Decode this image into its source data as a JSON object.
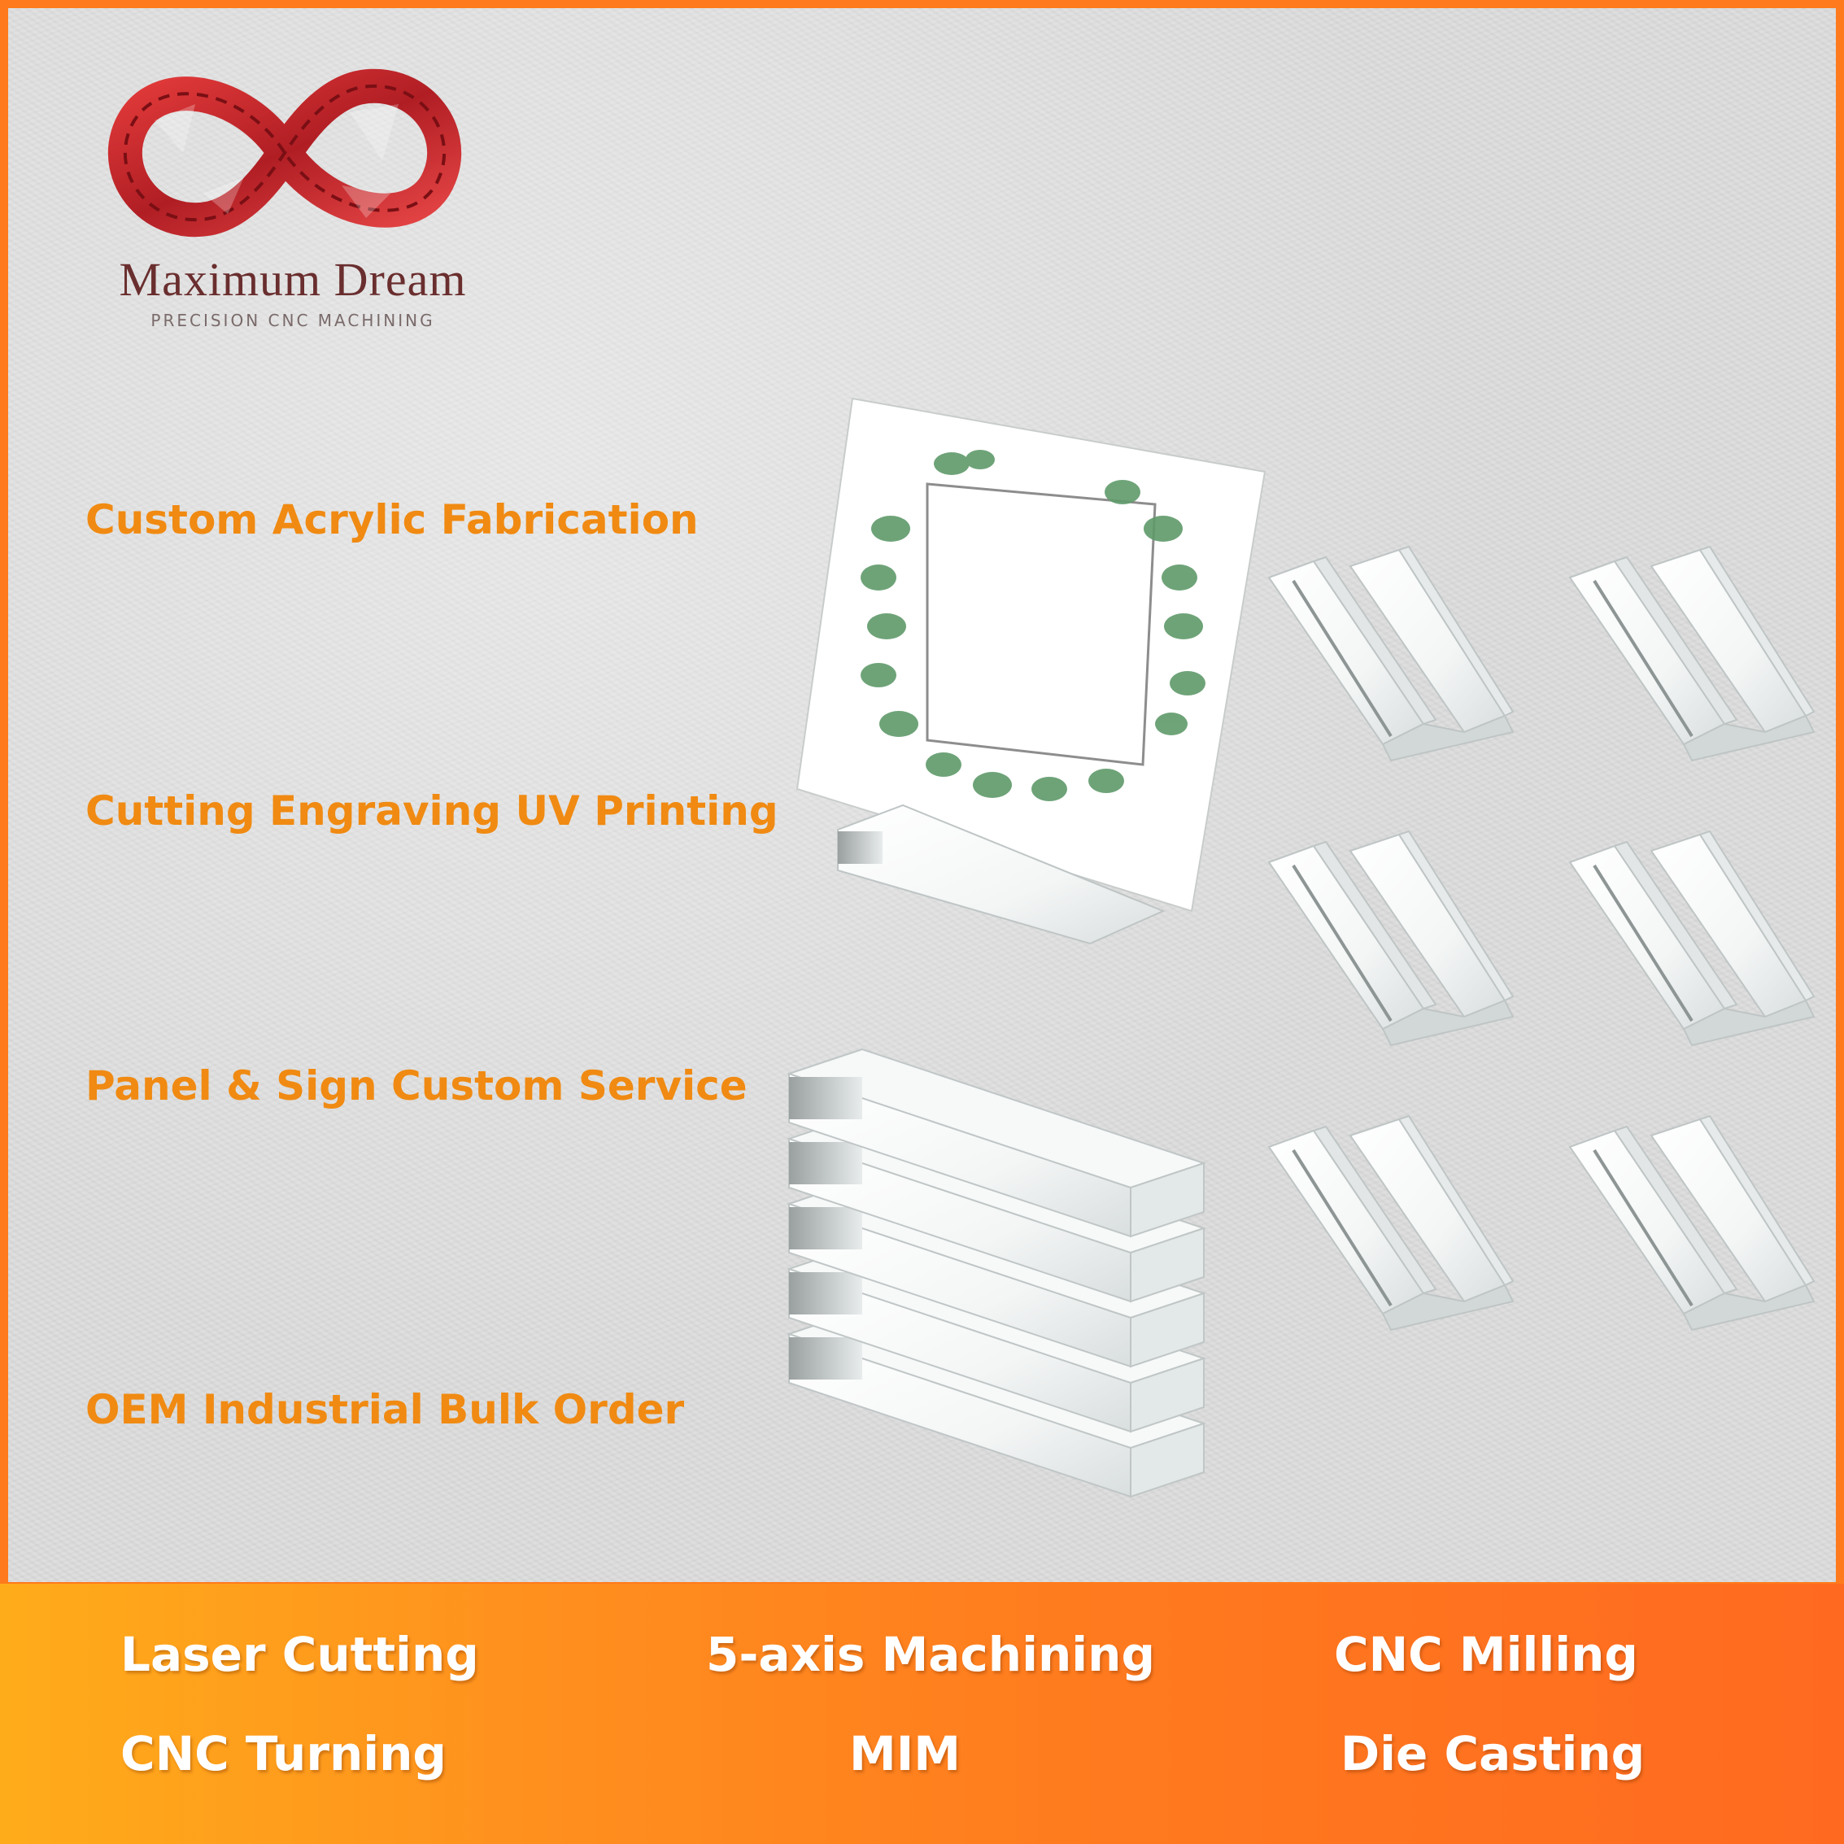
{
  "brand": {
    "name": "Maximum Dream",
    "tagline": "PRECISION CNC MACHINING",
    "logo_icon": "infinity-knot-icon",
    "logo_color": "#c8282c"
  },
  "features": [
    "Custom Acrylic Fabrication",
    "Cutting Engraving UV Printing",
    "Panel & Sign Custom Service",
    "OEM Industrial Bulk Order"
  ],
  "services": [
    "Laser Cutting",
    "5-axis Machining",
    "CNC Milling",
    "CNC Turning",
    "MIM",
    "Die Casting"
  ],
  "colors": {
    "accent": "#ff7a1c",
    "feature_text": "#f08a12",
    "band_text": "#ffffff"
  }
}
